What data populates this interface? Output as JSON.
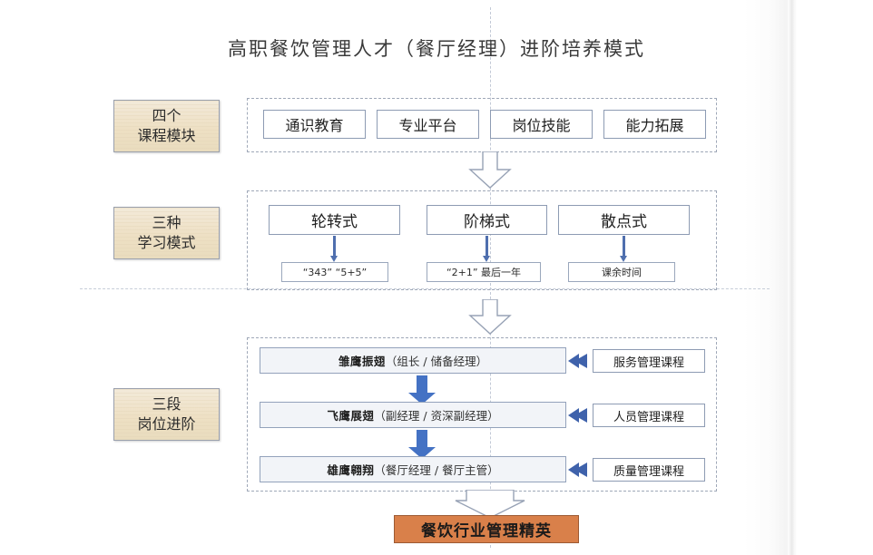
{
  "title": "高职餐饮管理人才（餐厅经理）进阶培养模式",
  "stages": [
    {
      "name": "stage-modules",
      "line1": "四个",
      "line2": "课程模块"
    },
    {
      "name": "stage-learning",
      "line1": "三种",
      "line2": "学习模式"
    },
    {
      "name": "stage-positions",
      "line1": "三段",
      "line2": "岗位进阶"
    }
  ],
  "modules": [
    {
      "label": "通识教育"
    },
    {
      "label": "专业平台"
    },
    {
      "label": "岗位技能"
    },
    {
      "label": "能力拓展"
    }
  ],
  "learning_modes": [
    {
      "mode": "轮转式",
      "detail": "“343”   “5+5”"
    },
    {
      "mode": "阶梯式",
      "detail": "“2+1”  最后一年"
    },
    {
      "mode": "散点式",
      "detail": "课余时间"
    }
  ],
  "positions": [
    {
      "rank": "雏鹰振翅",
      "roles": "（组长 / 储备经理）",
      "course": "服务管理课程"
    },
    {
      "rank": "飞鹰展翅",
      "roles": "（副经理 / 资深副经理）",
      "course": "人员管理课程"
    },
    {
      "rank": "雄鹰翱翔",
      "roles": "（餐厅经理 / 餐厅主管）",
      "course": "质量管理课程"
    }
  ],
  "outcome": "餐饮行业管理精英",
  "colors": {
    "stage_label_bg": "#eee0c4",
    "node_border": "#8d9bb3",
    "thin_arrow": "#4f6fae",
    "block_arrow": "#4472c4",
    "stagebar_bg": "#f2f4f8",
    "outcome_bg": "#d9804a",
    "dashed_group": "#9fa8b8",
    "guide": "#c2c9d6"
  }
}
